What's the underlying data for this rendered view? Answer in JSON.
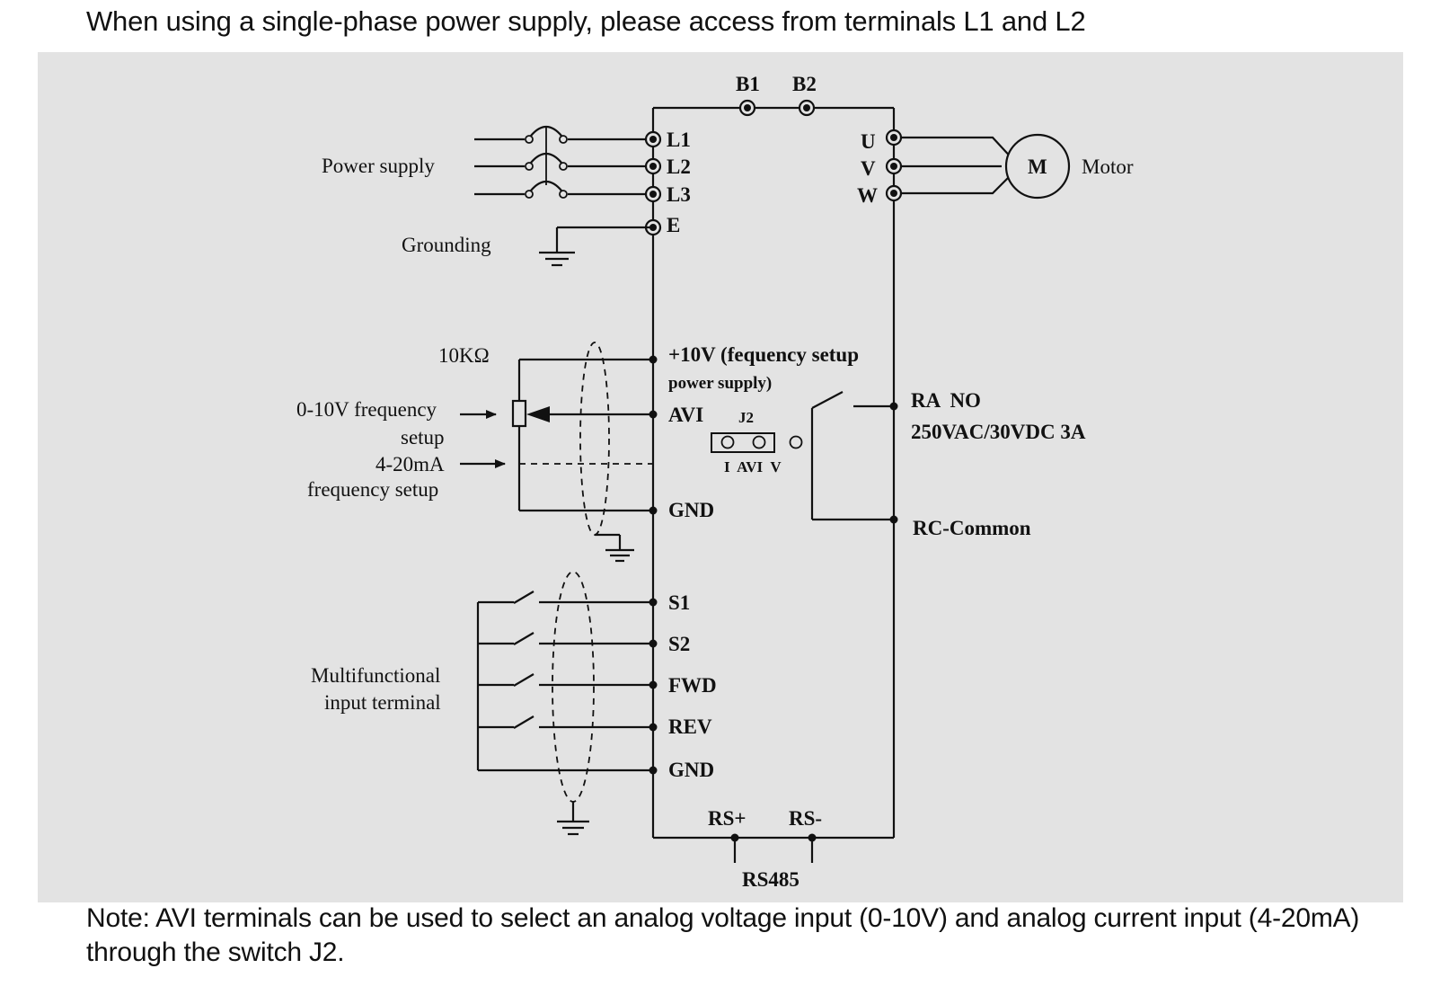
{
  "header": {
    "text": "When using a single-phase power supply, please access from terminals L1 and L2"
  },
  "note": {
    "text": "Note: AVI terminals can be used to select an analog voltage input (0-10V) and analog current input (4-20mA) through the switch J2."
  },
  "diagram": {
    "labels": {
      "power_supply": "Power supply",
      "grounding": "Grounding",
      "pot": "10KΩ",
      "freq_0_10_line1": "0-10V frequency",
      "freq_0_10_line2": "setup",
      "freq_4_20_line1": "4-20mA",
      "freq_4_20_line2": "frequency setup",
      "multifunctional_line1": "Multifunctional",
      "multifunctional_line2": "input terminal",
      "motor_symbol": "M",
      "motor": "Motor",
      "relay_line1": "RA  NO",
      "relay_line2": "250VAC/30VDC 3A",
      "rc_common": "RC-Common",
      "rs485": "RS485",
      "jumper": "J2",
      "jumper_positions": "I  AVI  V"
    },
    "terminals": {
      "b1": "B1",
      "b2": "B2",
      "l1": "L1",
      "l2": "L2",
      "l3": "L3",
      "e": "E",
      "u": "U",
      "v": "V",
      "w": "W",
      "plus10v": "+10V (fequency setup",
      "plus10v_line2": "power supply)",
      "avi": "AVI",
      "gnd_analog": "GND",
      "s1": "S1",
      "s2": "S2",
      "fwd": "FWD",
      "rev": "REV",
      "gnd_digital": "GND",
      "rs_plus": "RS+",
      "rs_minus": "RS-"
    }
  }
}
